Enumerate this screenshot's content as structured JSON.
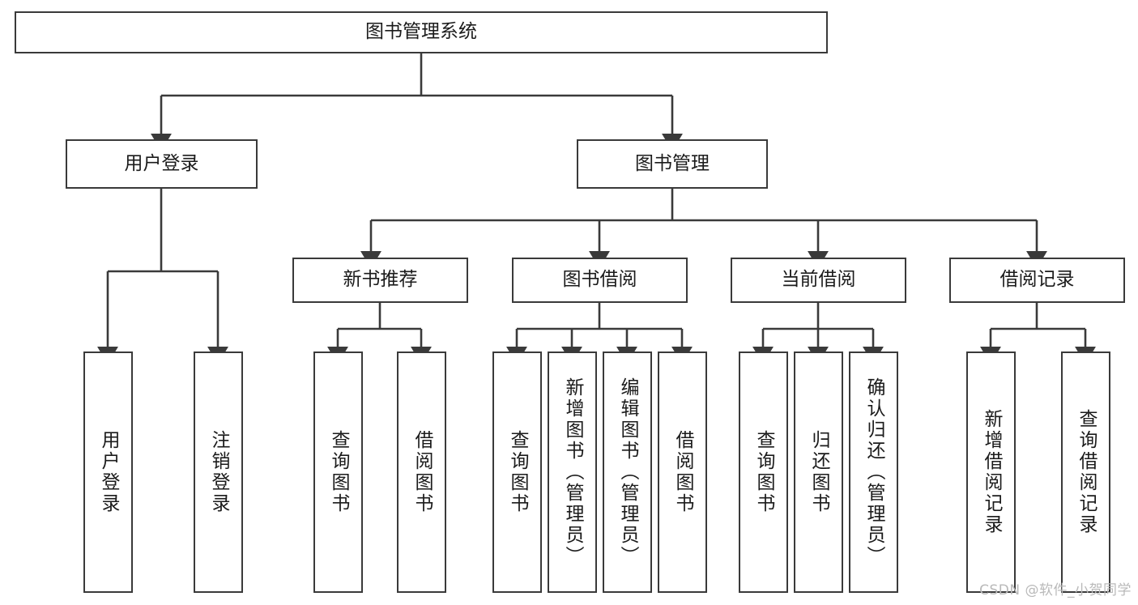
{
  "diagram": {
    "title": "图书管理系统",
    "type": "functional-structure-tree",
    "watermark": "CSDN @软件_小贺同学",
    "colors": {
      "box_border": "#3a3a3a",
      "box_fill": "#ffffff",
      "connector": "#3a3a3a",
      "text": "#1b1b1b",
      "watermark": "#b9b9b9"
    },
    "root": {
      "label": "图书管理系统"
    },
    "level2": [
      {
        "label": "用户登录"
      },
      {
        "label": "图书管理"
      }
    ],
    "level3": [
      {
        "label": "新书推荐"
      },
      {
        "label": "图书借阅"
      },
      {
        "label": "当前借阅"
      },
      {
        "label": "借阅记录"
      }
    ],
    "leaves": {
      "user_login": [
        {
          "label": "用户登录"
        },
        {
          "label": "注销登录"
        }
      ],
      "new_book_recommend": [
        {
          "label": "查询图书"
        },
        {
          "label": "借阅图书"
        }
      ],
      "book_borrow": [
        {
          "label": "查询图书"
        },
        {
          "label": "新增图书（管理员）"
        },
        {
          "label": "编辑图书（管理员）"
        },
        {
          "label": "借阅图书"
        }
      ],
      "current_borrow": [
        {
          "label": "查询图书"
        },
        {
          "label": "归还图书"
        },
        {
          "label": "确认归还（管理员）"
        }
      ],
      "borrow_record": [
        {
          "label": "新增借阅记录"
        },
        {
          "label": "查询借阅记录"
        }
      ]
    }
  }
}
